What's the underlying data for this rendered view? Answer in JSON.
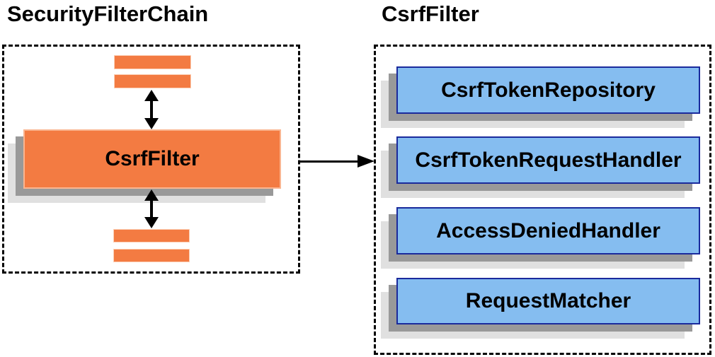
{
  "left_panel": {
    "title": "SecurityFilterChain",
    "filter_label": "CsrfFilter"
  },
  "right_panel": {
    "title": "CsrfFilter",
    "components": [
      {
        "label": "CsrfTokenRepository"
      },
      {
        "label": "CsrfTokenRequestHandler"
      },
      {
        "label": "AccessDeniedHandler"
      },
      {
        "label": "RequestMatcher"
      }
    ]
  },
  "colors": {
    "orange": "#F37B42",
    "blue_fill": "#85BDF0",
    "blue_border": "#1A2A9C",
    "shadow_dark": "#999999",
    "shadow_light": "#E0E0E0",
    "arrow_black": "#000000",
    "dashed_border": "#000000"
  }
}
